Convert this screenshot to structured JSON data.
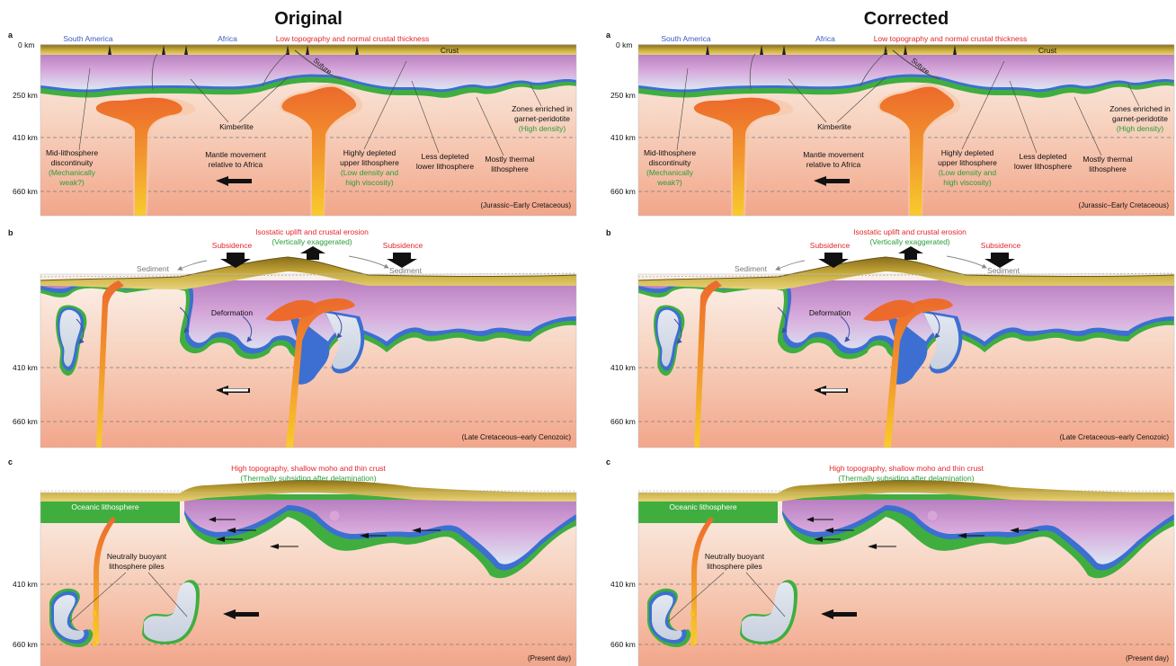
{
  "titles": {
    "left": "Original",
    "right": "Corrected"
  },
  "colors": {
    "red_label": "#e3262a",
    "green_label": "#2a9d3a",
    "blue_label": "#3b5cc4",
    "mantle_top": "#faeee6",
    "mantle_bottom": "#f2a98d",
    "crust": "#b89c2e",
    "lithosphere_pink": "#c98fcf",
    "lithosphere_green": "#3fae3f",
    "lithosphere_blue": "#3c6fd1",
    "plume_orange": "#ef6a2c",
    "plume_yellow": "#f7c12b"
  },
  "depths": {
    "d0": "0 km",
    "d250": "250 km",
    "d410": "410 km",
    "d660": "660 km"
  },
  "panel_a": {
    "letter": "a",
    "south_america": "South America",
    "africa": "Africa",
    "headline": "Low topography and normal crustal thickness",
    "crust": "Crust",
    "suture": "Suture",
    "kimberlite": "Kimberlite",
    "mld_1": "Mid-lithosphere",
    "mld_2": "discontinuity",
    "mld_3": "(Mechanically",
    "mld_4": "weak?)",
    "mantle_1": "Mantle movement",
    "mantle_2": "relative to Africa",
    "hd_1": "Highly depleted",
    "hd_2": "upper lithosphere",
    "hd_3": "(Low density and",
    "hd_4": "high viscosity)",
    "ld_1": "Less depleted",
    "ld_2": "lower lithosphere",
    "mt_1": "Mostly thermal",
    "mt_2": "lithosphere",
    "ze_1": "Zones enriched in",
    "ze_2": "garnet-peridotite",
    "ze_3": "(High density)",
    "era": "(Jurassic–Early Cretaceous)"
  },
  "panel_b": {
    "letter": "b",
    "headline": "Isostatic uplift and crustal erosion",
    "subheadline": "(Vertically exaggerated)",
    "subsidence": "Subsidence",
    "sediment": "Sediment",
    "deformation": "Deformation",
    "era": "(Late Cretaceous–early Cenozoic)"
  },
  "panel_c": {
    "letter": "c",
    "headline": "High topography, shallow moho and thin crust",
    "subheadline": "(Thermally subsiding after delamination)",
    "oceanic": "Oceanic lithosphere",
    "nb_1": "Neutrally buoyant",
    "nb_2": "lithosphere piles",
    "era": "(Present day)"
  }
}
